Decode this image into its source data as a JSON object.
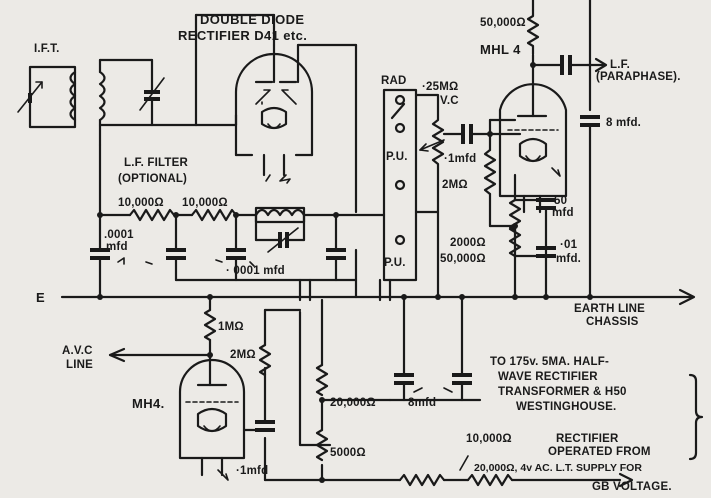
{
  "labels": {
    "ift": "I.F.T.",
    "rect_title_1": "DOUBLE DIODE",
    "rect_title_2": "RECTIFIER  D41 etc.",
    "lf_filter_1": "L.F. FILTER",
    "lf_filter_2": "(OPTIONAL)",
    "r_10000_a": "10,000Ω",
    "r_10000_b": "10,000Ω",
    "c_0001_1": ".0001",
    "c_0001_2": "mfd",
    "c_0001_tuned": "· 0001 mfd",
    "rad": "RAD",
    "pu_upper": "P.U.",
    "pu_lower": "P.U.",
    "vc_1": "·25MΩ",
    "vc_2": "V.C",
    "c_1mfd_upper": "·1mfd",
    "r_2m_upper": "2MΩ",
    "r_2000": "2000Ω",
    "r_50000_cathode": "50,000Ω",
    "c_50_1": "50",
    "c_50_2": "mfd",
    "c_01_1": "·01",
    "c_01_2": "mfd.",
    "r_50000_anode": "50,000Ω",
    "mhl4": "MHL 4",
    "lf_out": "L.F.",
    "paraphase": "(PARAPHASE).",
    "c_8mfd_right": "8 mfd.",
    "earth_e": "E",
    "earth_1": "EARTH LINE",
    "earth_2": "CHASSIS",
    "r_1m": "1MΩ",
    "avc_1": "A.V.C",
    "avc_2": "LINE",
    "r_2m_lower": "2MΩ",
    "mh4": "MH4.",
    "c_1mfd_lower": "·1mfd",
    "r_20000_left": "20,000Ω",
    "r_5000": "5000Ω",
    "c_8mfd_lower": "8mfd",
    "psu_1": "TO 175v. 5MA. HALF-",
    "psu_2": "WAVE RECTIFIER",
    "psu_3": "TRANSFORMER & H50",
    "psu_4": "WESTINGHOUSE.",
    "r_10000_bottom": "10,000Ω",
    "rectifier_1": "RECTIFIER",
    "rectifier_2": "OPERATED FROM",
    "supply_1": "20,000Ω, 4v AC. L.T. SUPPLY FOR",
    "supply_2": "GB VOLTAGE."
  },
  "colors": {
    "ink": "#1a1a1a",
    "paper": "#eceae6"
  }
}
